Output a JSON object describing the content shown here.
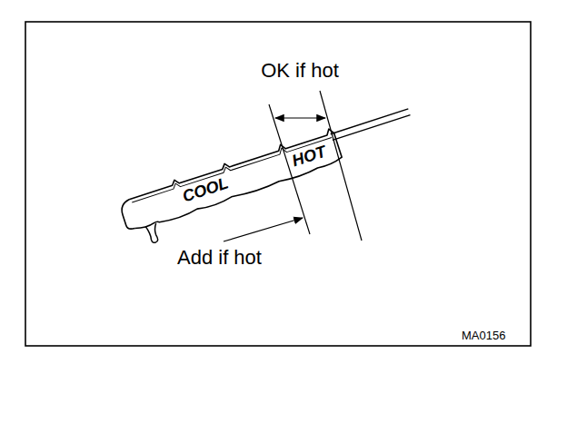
{
  "diagram": {
    "labels": [
      "OK if hot",
      "COOL",
      "HOT",
      "Add if hot",
      "MA0156"
    ]
  }
}
